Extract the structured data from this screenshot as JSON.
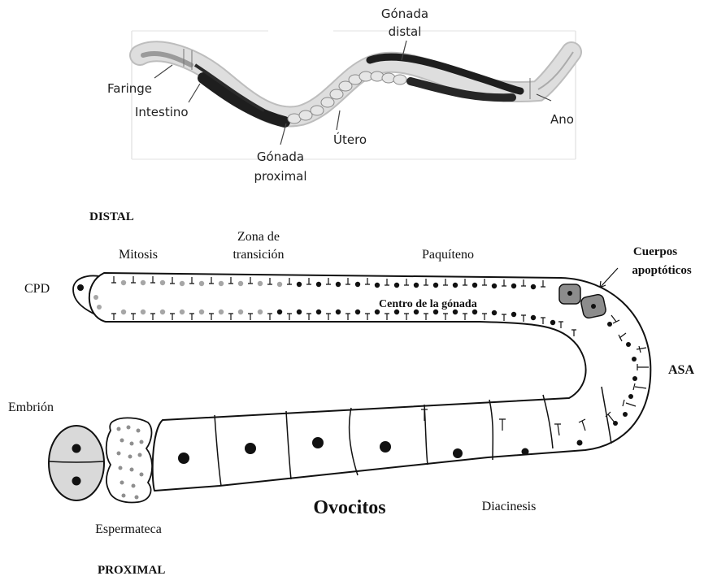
{
  "worm_labels": {
    "gonada_distal_1": "Gónada",
    "gonada_distal_2": "distal",
    "faringe": "Faringe",
    "intestino": "Intestino",
    "ano": "Ano",
    "utero": "Útero",
    "gonada_proximal_1": "Gónada",
    "gonada_proximal_2": "proximal"
  },
  "gonad_labels": {
    "distal": "DISTAL",
    "proximal": "PROXIMAL",
    "mitosis": "Mitosis",
    "zona_1": "Zona de",
    "zona_2": "transición",
    "paquiteno": "Paquíteno",
    "cuerpos_1": "Cuerpos",
    "cuerpos_2": "apoptóticos",
    "cpd": "CPD",
    "centro": "Centro de la gónada",
    "asa": "ASA",
    "embrion": "Embrión",
    "espermateca": "Espermateca",
    "ovocitos": "Ovocitos",
    "diacinesis": "Diacinesis"
  },
  "colors": {
    "ink": "#111111",
    "gray_nucleus": "#a6a6a6",
    "apoptotic": "#8c8c8c",
    "embryo": "#d9d9d9",
    "sperm": "#8f8f8f",
    "worm_light": "#cfcfcf",
    "worm_dark": "#1e1e1e"
  }
}
